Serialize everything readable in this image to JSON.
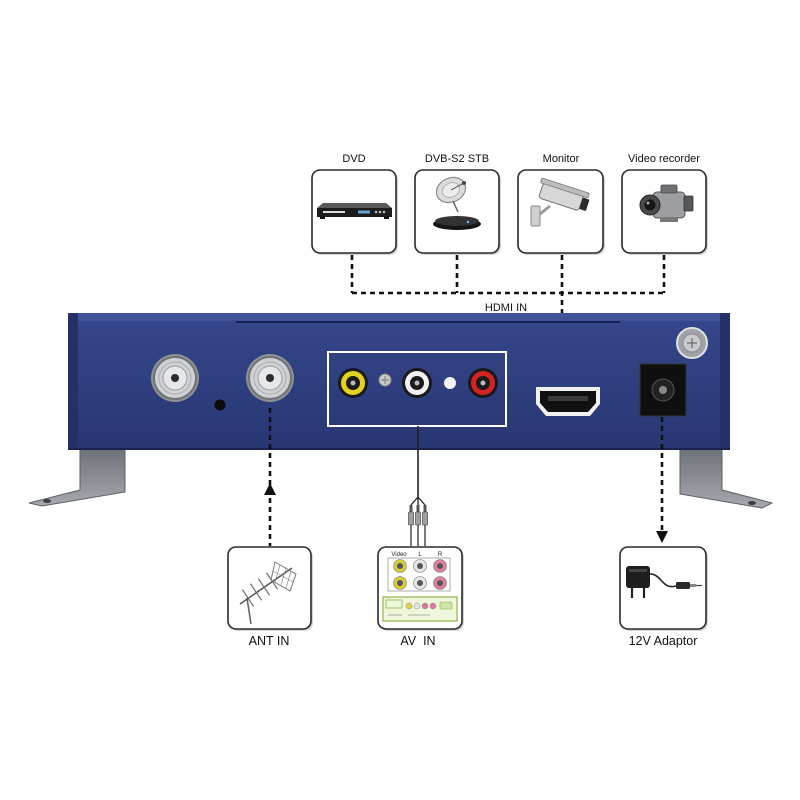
{
  "diagram": {
    "hdmi_in_label": "HDMI IN",
    "sources": [
      {
        "label": "DVD",
        "icon": "dvd-player-icon"
      },
      {
        "label": "DVB-S2 STB",
        "icon": "satellite-receiver-icon"
      },
      {
        "label": "Monitor",
        "icon": "cctv-camera-icon"
      },
      {
        "label": "Video recorder",
        "icon": "camcorder-icon"
      }
    ],
    "inputs": [
      {
        "label": "ANT IN",
        "icon": "antenna-icon"
      },
      {
        "label": "AV  IN",
        "icon": "av-jack-panel-icon"
      },
      {
        "label": "12V Adaptor",
        "icon": "power-adaptor-icon"
      }
    ],
    "av_panel_labels": {
      "video": "Video",
      "left": "L",
      "right": "R"
    }
  },
  "colors": {
    "device_body": "#2f3e7b",
    "connector_line": "#111111",
    "rca_video": "#e3d21e",
    "rca_audio_left": "#f2f2f2",
    "rca_audio_right": "#d42323",
    "bracket": "#8c8f95"
  }
}
